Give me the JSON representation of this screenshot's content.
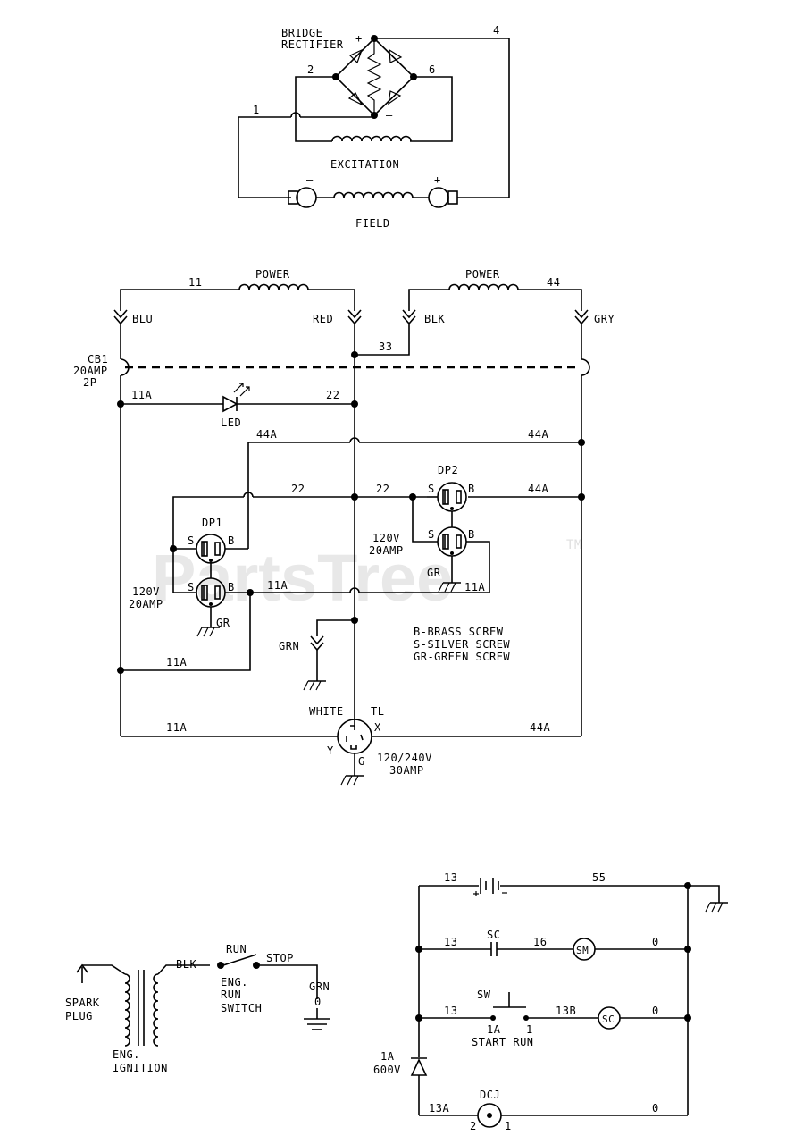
{
  "watermark": {
    "text": "PartsTree",
    "tm": "TM"
  },
  "section1": {
    "bridge_rectifier": "BRIDGE",
    "bridge_rectifier_2": "RECTIFIER",
    "plus": "+",
    "minus": "–",
    "excitation": "EXCITATION",
    "field": "FIELD",
    "wire_1": "1",
    "wire_2": "2",
    "wire_4": "4",
    "wire_6": "6",
    "field_minus": "–",
    "field_plus": "+"
  },
  "section2": {
    "power_left": "POWER",
    "power_right": "POWER",
    "wire_11": "11",
    "wire_44": "44",
    "blu": "BLU",
    "red": "RED",
    "blk": "BLK",
    "gry": "GRY",
    "wire_33": "33",
    "cb1": "CB1",
    "cb1_rating": "20AMP",
    "cb1_poles": "2P",
    "wire_11a_led": "11A",
    "wire_22_led": "22",
    "led": "LED",
    "wire_44a_top_left": "44A",
    "wire_44a_top_right": "44A",
    "wire_22_a": "22",
    "wire_22_b": "22",
    "wire_44a_dp2": "44A",
    "dp1": "DP1",
    "dp2": "DP2",
    "s": "S",
    "b": "B",
    "gr": "GR",
    "dp1_rating_v": "120V",
    "dp1_rating_a": "20AMP",
    "dp2_rating_v": "120V",
    "dp2_rating_a": "20AMP",
    "wire_11a_mid": "11A",
    "wire_11a_dp2": "11A",
    "wire_11a_lower": "11A",
    "grn": "GRN",
    "legend_b": "B-BRASS SCREW",
    "legend_s": "S-SILVER SCREW",
    "legend_gr": "GR-GREEN SCREW",
    "white": "WHITE",
    "tl": "TL",
    "x": "X",
    "y": "Y",
    "g": "G",
    "wire_11a_bottom": "11A",
    "wire_44a_bottom": "44A",
    "tl_rating_v": "120/240V",
    "tl_rating_a": "30AMP"
  },
  "section3": {
    "spark": "SPARK",
    "plug": "PLUG",
    "blk": "BLK",
    "run": "RUN",
    "stop": "STOP",
    "eng": "ENG.",
    "run2": "RUN",
    "switch": "SWITCH",
    "grn": "GRN",
    "zero": "0",
    "eng_ign_1": "ENG.",
    "eng_ign_2": "IGNITION"
  },
  "section4": {
    "wire_13_a": "13",
    "wire_55": "55",
    "wire_13_b": "13",
    "sc": "SC",
    "wire_16": "16",
    "sm": "SM",
    "zero_a": "0",
    "sw": "SW",
    "wire_13_c": "13",
    "wire_1a": "1A",
    "wire_1": "1",
    "start_run": "START RUN",
    "wire_13b": "13B",
    "sc2": "SC",
    "zero_b": "0",
    "diode_a": "1A",
    "diode_v": "600V",
    "dcj": "DCJ",
    "wire_13a": "13A",
    "two": "2",
    "one": "1",
    "zero_c": "0"
  }
}
